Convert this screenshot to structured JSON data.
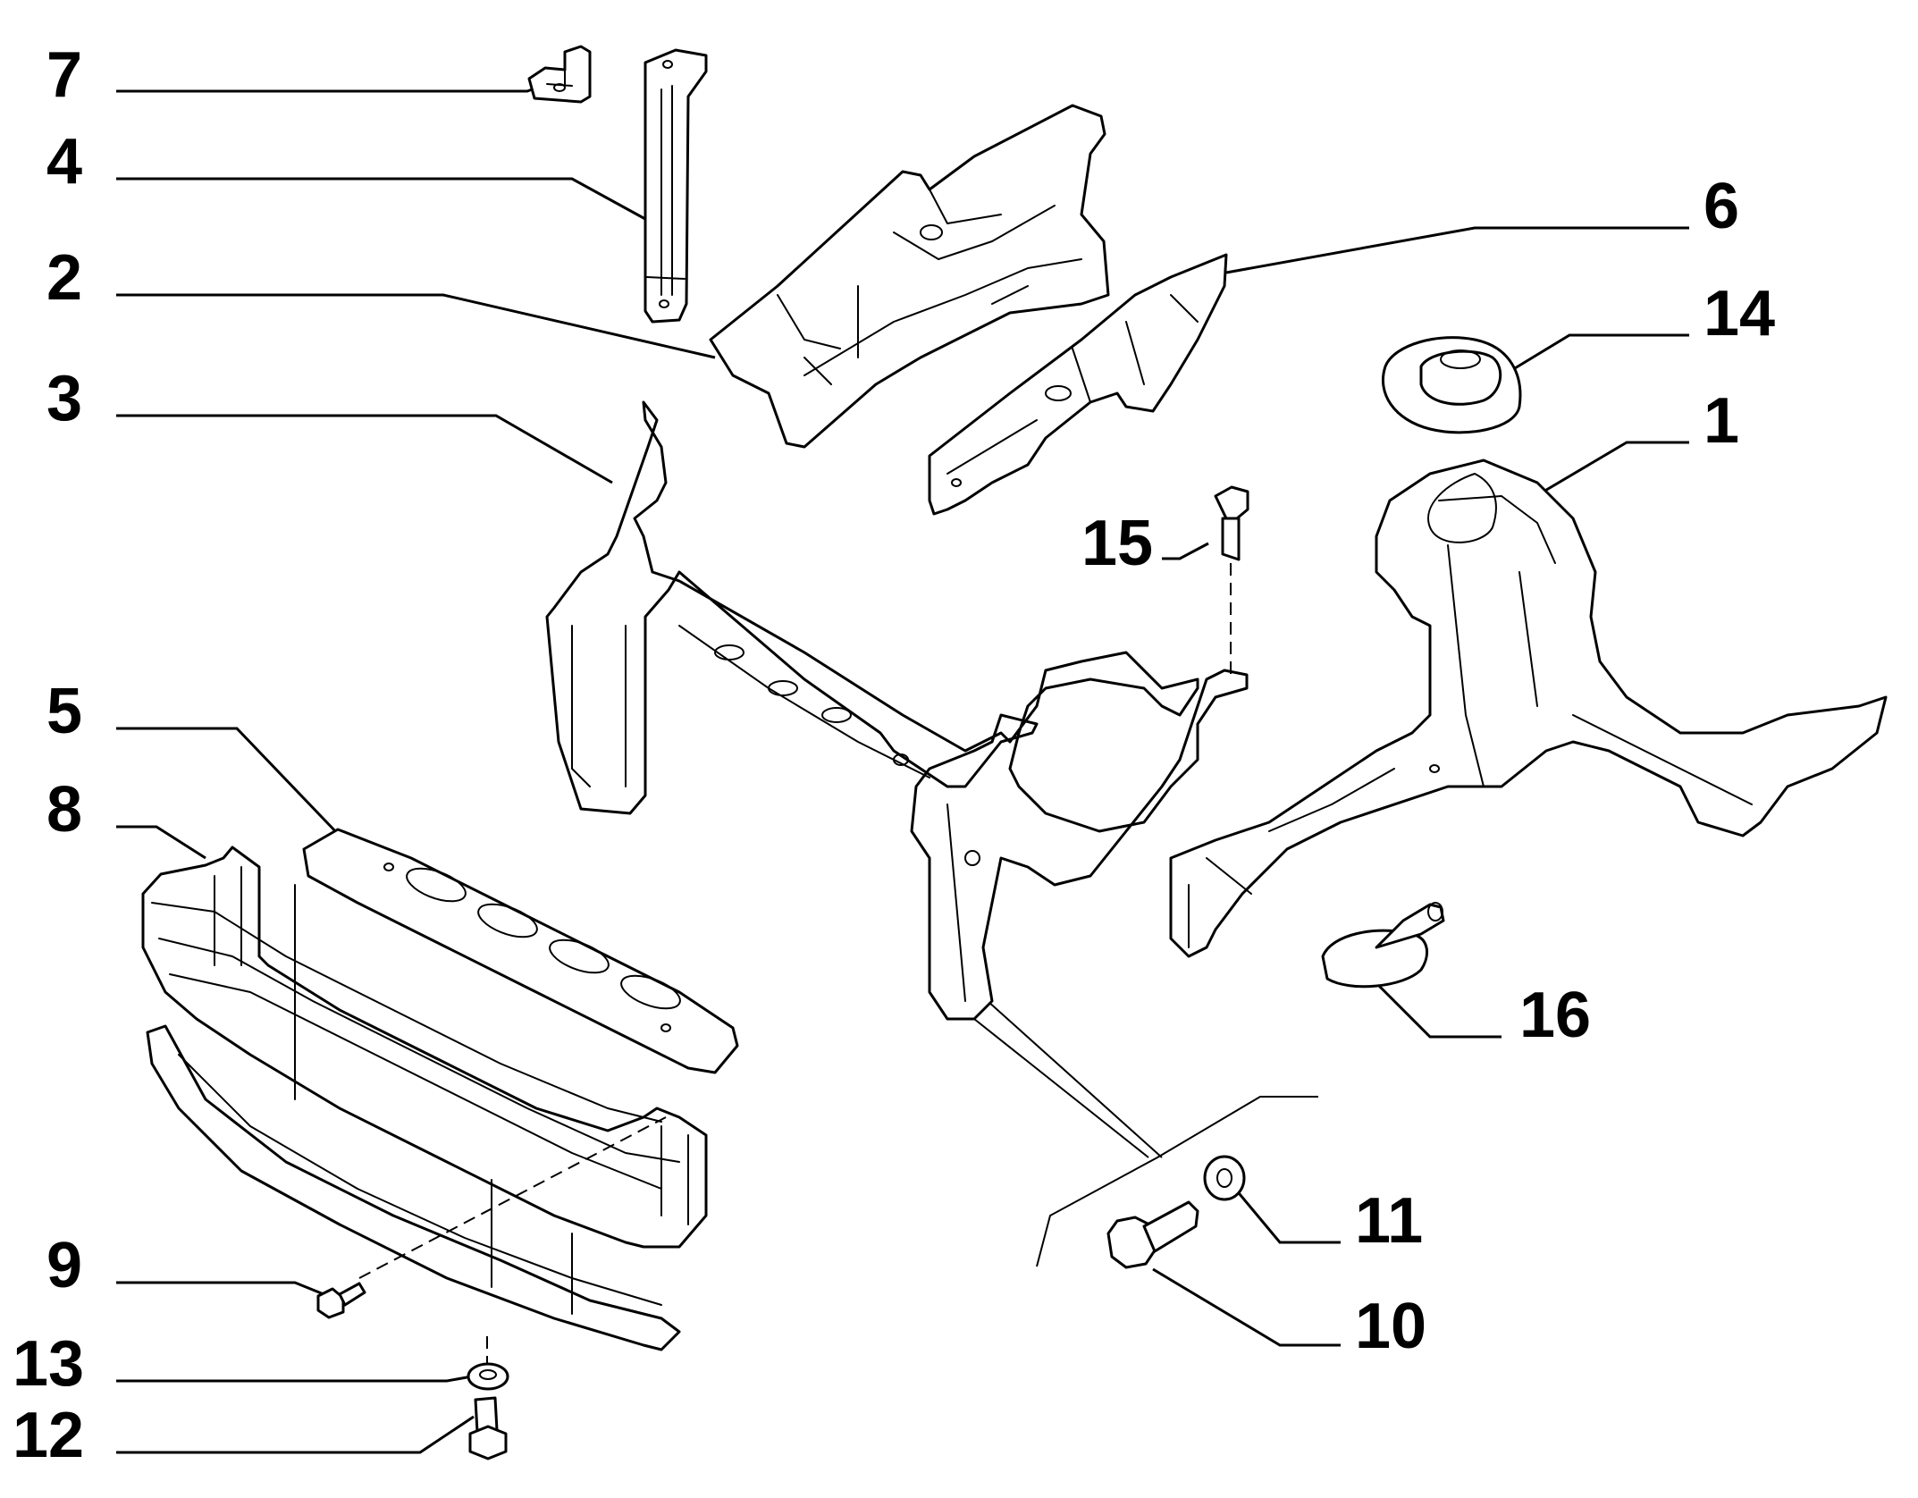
{
  "diagram": {
    "callouts": [
      {
        "id": "c7",
        "label": "7"
      },
      {
        "id": "c4",
        "label": "4"
      },
      {
        "id": "c2",
        "label": "2"
      },
      {
        "id": "c3",
        "label": "3"
      },
      {
        "id": "c5",
        "label": "5"
      },
      {
        "id": "c8",
        "label": "8"
      },
      {
        "id": "c9",
        "label": "9"
      },
      {
        "id": "c13",
        "label": "13"
      },
      {
        "id": "c12",
        "label": "12"
      },
      {
        "id": "c6",
        "label": "6"
      },
      {
        "id": "c14",
        "label": "14"
      },
      {
        "id": "c1",
        "label": "1"
      },
      {
        "id": "c15",
        "label": "15"
      },
      {
        "id": "c16",
        "label": "16"
      },
      {
        "id": "c11",
        "label": "11"
      },
      {
        "id": "c10",
        "label": "10"
      }
    ]
  }
}
